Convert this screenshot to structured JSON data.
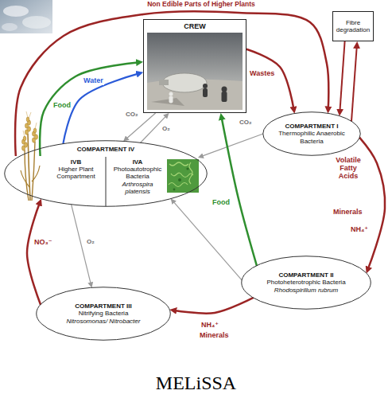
{
  "diagram": {
    "caption": "MELiSSA",
    "nodes": [
      {
        "text": [
          "CREW"
        ]
      },
      {
        "text": [
          "Fibre degradation"
        ]
      },
      {
        "text": [
          "COMPARTMENT I",
          "Thermophilic Anaerobic Bacteria"
        ]
      },
      {
        "text": [
          "COMPARTMENT IV"
        ]
      },
      {
        "text": [
          "IVB",
          "Higher Plant Compartment"
        ],
        "in": 3
      },
      {
        "text": [
          "IVA",
          "Photoautotrophic Bacteria",
          "Arthrospira platensis"
        ],
        "in": 3
      },
      {
        "text": [
          "COMPARTMENT II",
          "Photoheterotrophic Bacteria",
          "Rhodospirillum rubrum"
        ]
      },
      {
        "text": [
          "COMPARTMENT III",
          "Nitrifying Bacteria",
          "Nitrosomonas/ Nitrobacter"
        ]
      }
    ],
    "edges": [
      {
        "from": 4,
        "to": 2,
        "arrow": "to",
        "label": "Non Edible Parts of Higher Plants"
      },
      {
        "from": 0,
        "to": 2,
        "arrow": "to",
        "label": "Wastes"
      },
      {
        "from": 1,
        "to": 2,
        "arrow": "to"
      },
      {
        "from": 2,
        "to": 1,
        "arrow": "to"
      },
      {
        "from": 4,
        "to": 0,
        "arrow": "to",
        "label": "Food"
      },
      {
        "from": 3,
        "to": 0,
        "arrow": "to",
        "label": "Water"
      },
      {
        "from": 0,
        "to": 3,
        "arrow": "to",
        "label": "CO₂"
      },
      {
        "from": 3,
        "to": 0,
        "arrow": "to",
        "label": "O₂"
      },
      {
        "from": 2,
        "to": 5,
        "arrow": "to",
        "label": "CO₂"
      },
      {
        "from": 2,
        "to": 6,
        "arrow": "to",
        "label": "Volatile Fatty Acids"
      },
      {
        "from": 6,
        "to": 0,
        "arrow": "to",
        "label": "Food"
      },
      {
        "from": 6,
        "to": 3,
        "arrow": "to"
      },
      {
        "from": 6,
        "to": 7,
        "arrow": "to",
        "label": "NH₄⁺"
      },
      {
        "from": 7,
        "to": 3,
        "arrow": "to",
        "label": "NO₃⁻"
      },
      {
        "from": 3,
        "to": 7,
        "arrow": "to",
        "label": "O₂"
      }
    ],
    "labels": [
      "Minerals",
      "NH₄⁺",
      "Minerals"
    ]
  }
}
